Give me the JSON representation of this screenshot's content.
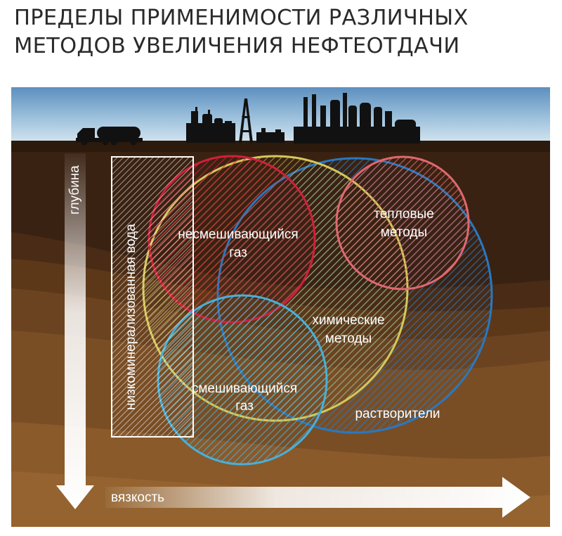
{
  "title": {
    "line1": "ПРЕДЕЛЫ ПРИМЕНИМОСТИ РАЗЛИЧНЫХ",
    "line2": "МЕТОДОВ УВЕЛИЧЕНИЯ НЕФТЕОТДАЧИ"
  },
  "axes": {
    "depth": "глубина",
    "viscosity": "вязкость"
  },
  "regions": {
    "low_salinity_water": "низкоминерализованная вода",
    "immiscible_gas": [
      "несмешивающийся",
      "газ"
    ],
    "thermal": [
      "тепловые",
      "методы"
    ],
    "chemical": [
      "химические",
      "методы"
    ],
    "miscible_gas": [
      "смешивающийся",
      "газ"
    ],
    "solvents": "растворители"
  },
  "colors": {
    "immiscible_gas": "#d0203a",
    "chemical": "#d4c85a",
    "solvents": "#2a78c0",
    "thermal": "#e06870",
    "miscible_gas": "#48b0d8",
    "low_salinity_water": "#ffffff"
  }
}
